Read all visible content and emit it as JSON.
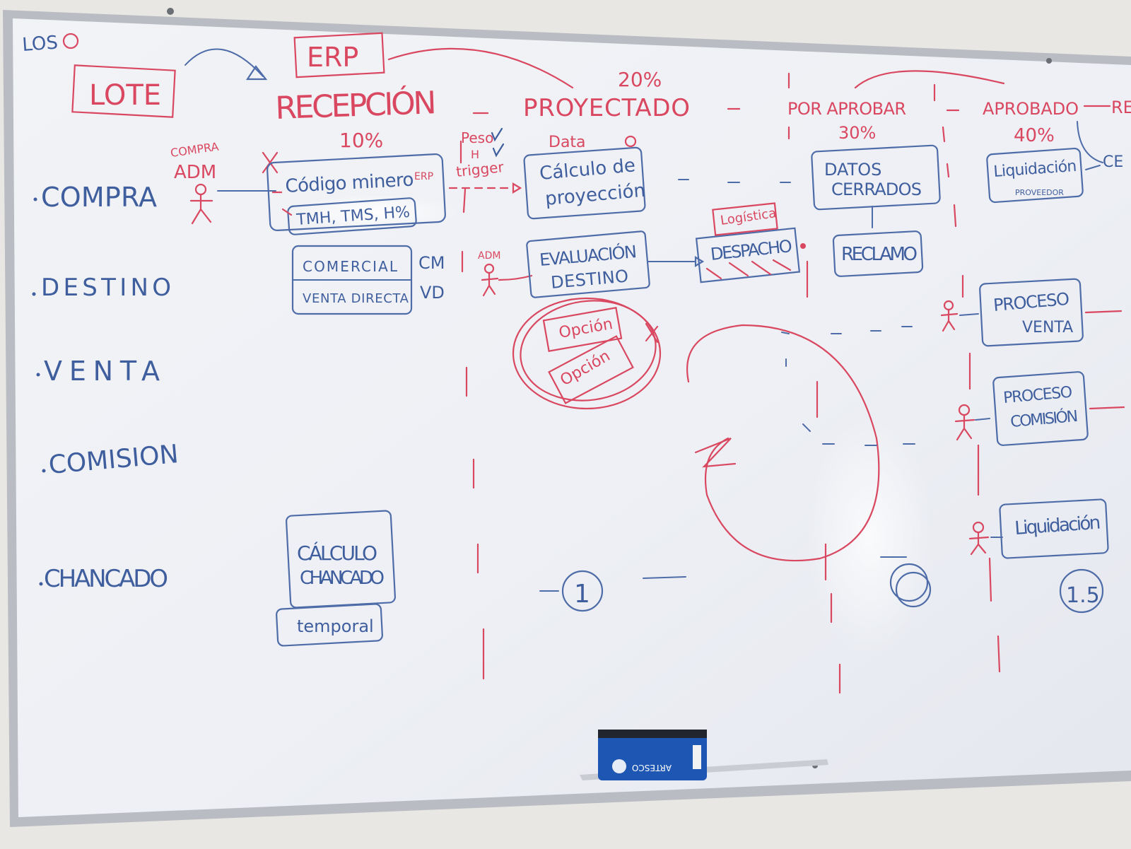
{
  "board": {
    "corner_mark": "LOS",
    "lote": "LOTE",
    "erp": "ERP",
    "stages": {
      "recepcion": "RECEPCIÓN",
      "proyectado": "PROYECTADO",
      "por_aprobar": "POR APROBAR",
      "aprobado": "APROBADO",
      "cut_right": "RE"
    },
    "percents": {
      "recepcion": "10%",
      "proyectado": "20%",
      "por_aprobar": "30%",
      "aprobado": "40%"
    },
    "rows": [
      "COMPRA",
      "DESTINO",
      "VENTA",
      "COMISION",
      "CHANCADO"
    ],
    "notes": {
      "compra_adm": "COMPRA",
      "adm": "ADM",
      "codigo_minero": "Código minero",
      "erp_small": "ERP",
      "tmh": "TMH, TMS, H%",
      "peso": "Peso",
      "h": "H",
      "trigger": "trigger",
      "data": "Data",
      "calculo_proyeccion_1": "Cálculo de",
      "calculo_proyeccion_2": "proyección",
      "datos_cerrados_1": "DATOS",
      "datos_cerrados_2": "CERRADOS",
      "reclamo": "RECLAMO",
      "liquidacion_proveedor_1": "Liquidación",
      "liquidacion_proveedor_2": "PROVEEDOR",
      "comercial": "COMERCIAL",
      "cm": "CM",
      "venta_directa": "VENTA DIRECTA",
      "vd": "VD",
      "adm_small": "ADM",
      "evaluacion_1": "EVALUACIÓN",
      "evaluacion_2": "DESTINO",
      "logistica": "Logística",
      "despacho": "DESPACHO",
      "opcion_1": "Opción",
      "opcion_2": "Opción",
      "proceso_venta_1": "PROCESO",
      "proceso_venta_2": "VENTA",
      "proceso_comision_1": "PROCESO",
      "proceso_comision_2": "COMISIÓN",
      "liquidacion": "Liquidación",
      "calculo_chancado_1": "CÁLCULO",
      "calculo_chancado_2": "CHANCADO",
      "temporal": "temporal",
      "circle_1": "1",
      "circle_1s": "1.5"
    },
    "eraser_brand": "ARTESCO",
    "colors": {
      "red_marker": "#d94860",
      "blue_marker": "#3f5e9e",
      "board": "#f3f5f9"
    }
  }
}
